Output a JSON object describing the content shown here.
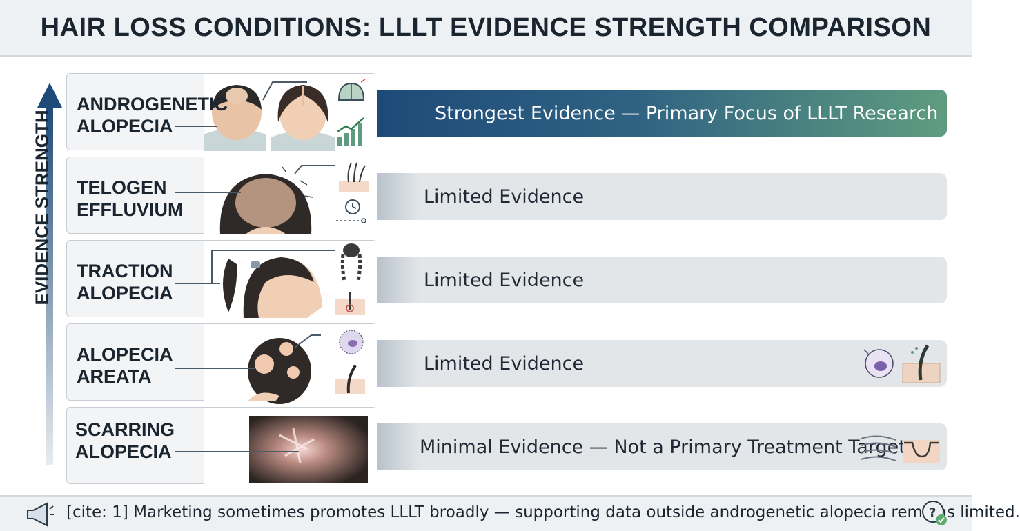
{
  "title": "HAIR LOSS CONDITIONS: LLLT EVIDENCE STRENGTH COMPARISON",
  "axis_label": "EVIDENCE STRENGTH",
  "colors": {
    "strong_start": "#1e4a79",
    "strong_end": "#5f9c7f",
    "limited_bar": "#e3e6e9",
    "axis_arrow": "#1e4a79"
  },
  "conditions": [
    {
      "line1": "ANDROGENETIC",
      "line2": "ALOPECIA",
      "evidence": "Strongest Evidence — Primary Focus of LLLT Research",
      "icons": [
        "helmet-device-icon",
        "growth-chart-icon"
      ]
    },
    {
      "line1": "TELOGEN",
      "line2": "EFFLUVIUM",
      "evidence": "Limited Evidence",
      "icons": [
        "hair-follicle-icon",
        "clock-icon"
      ]
    },
    {
      "line1": "TRACTION",
      "line2": "ALOPECIA",
      "evidence": "Limited Evidence",
      "icons": [
        "braid-icon",
        "follicle-pull-icon"
      ]
    },
    {
      "line1": "ALOPECIA",
      "line2": "AREATA",
      "evidence": "Limited Evidence",
      "icons": [
        "immune-cell-icon",
        "follicle-icon"
      ]
    },
    {
      "line1": "SCARRING",
      "line2": "ALOPECIA",
      "evidence": "Minimal Evidence — Not a Primary Treatment Target",
      "icons": [
        "fibrous-tissue-icon",
        "scarred-skin-icon"
      ]
    }
  ],
  "footer": {
    "note": "[cite: 1] Marketing sometimes promotes LLLT broadly — supporting data outside androgenetic alopecia remains limited.",
    "left_icon": "megaphone-icon",
    "right_icon": "question-check-icon"
  }
}
